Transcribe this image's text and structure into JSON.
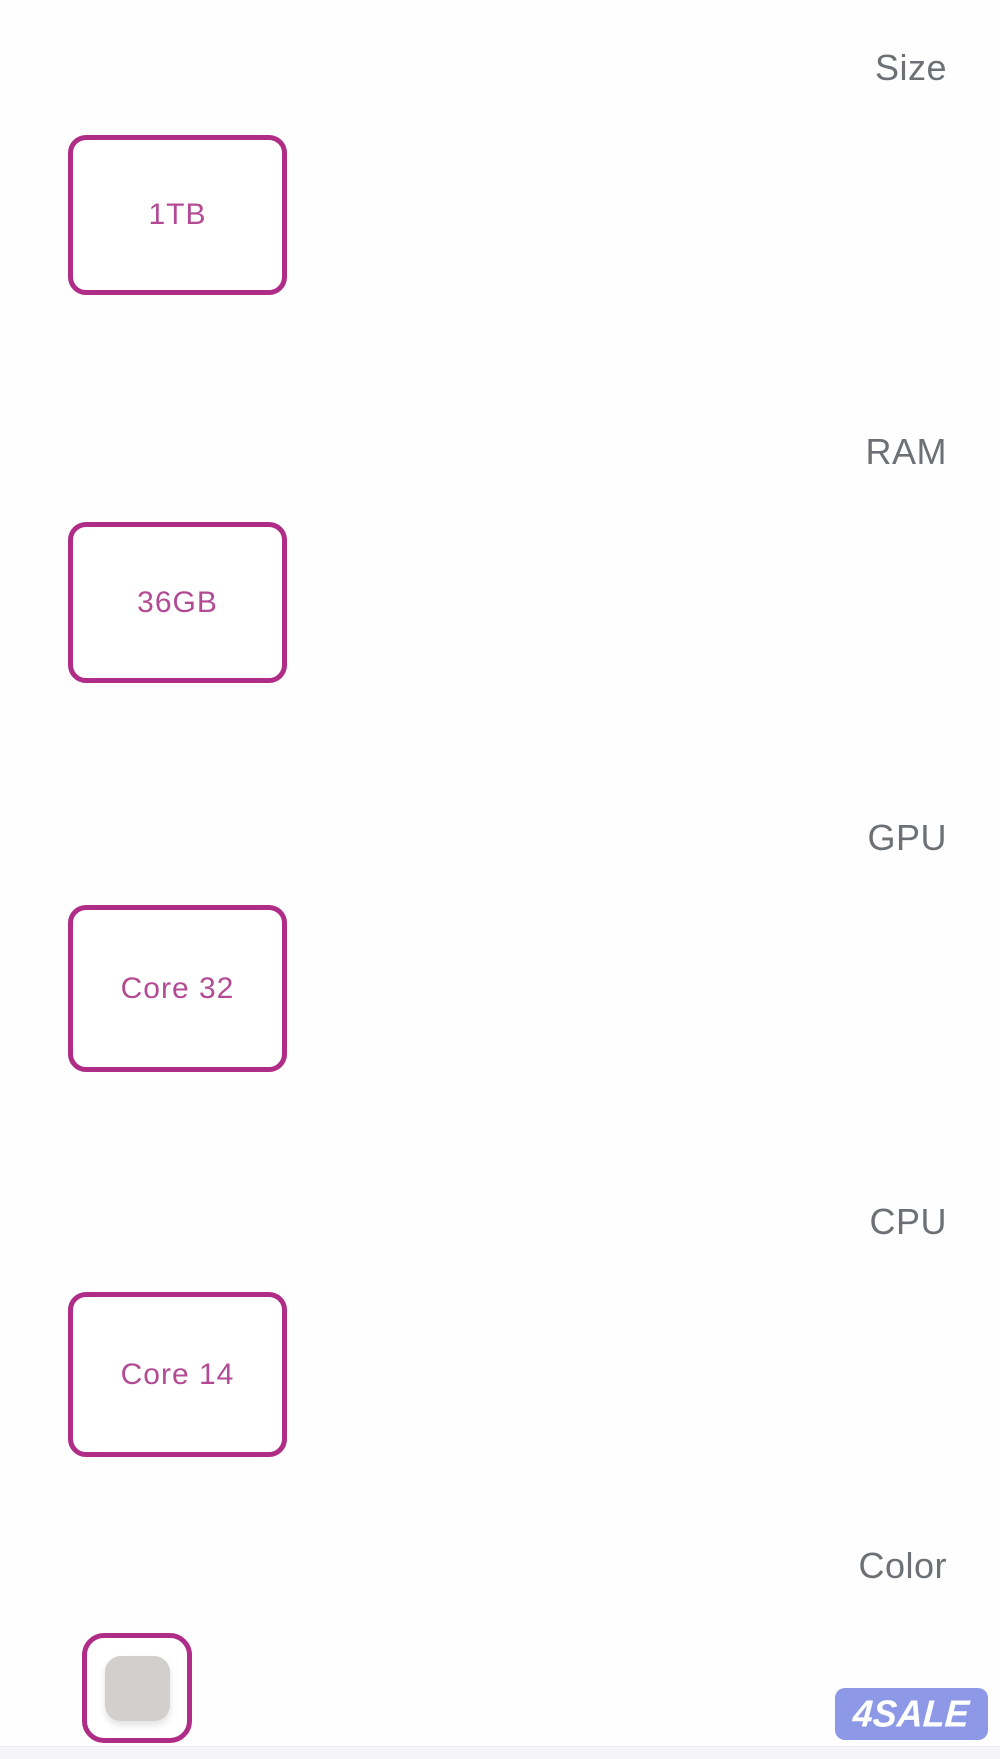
{
  "sections": [
    {
      "label": "Size",
      "option": "1TB"
    },
    {
      "label": "RAM",
      "option": "36GB"
    },
    {
      "label": "GPU",
      "option": "Core 32"
    },
    {
      "label": "CPU",
      "option": "Core 14"
    },
    {
      "label": "Color",
      "option_swatch_color": "#d2cfcf"
    }
  ],
  "watermark": {
    "text": "4SALE",
    "background": "#8d99e6"
  },
  "colors": {
    "accent_border": "#b02d87",
    "option_text": "#b34b94",
    "label_text": "#6d7175",
    "swatch_gray": "#d2cfcf",
    "background": "#fefefe",
    "bottom_strip": "#f5f4f6"
  }
}
